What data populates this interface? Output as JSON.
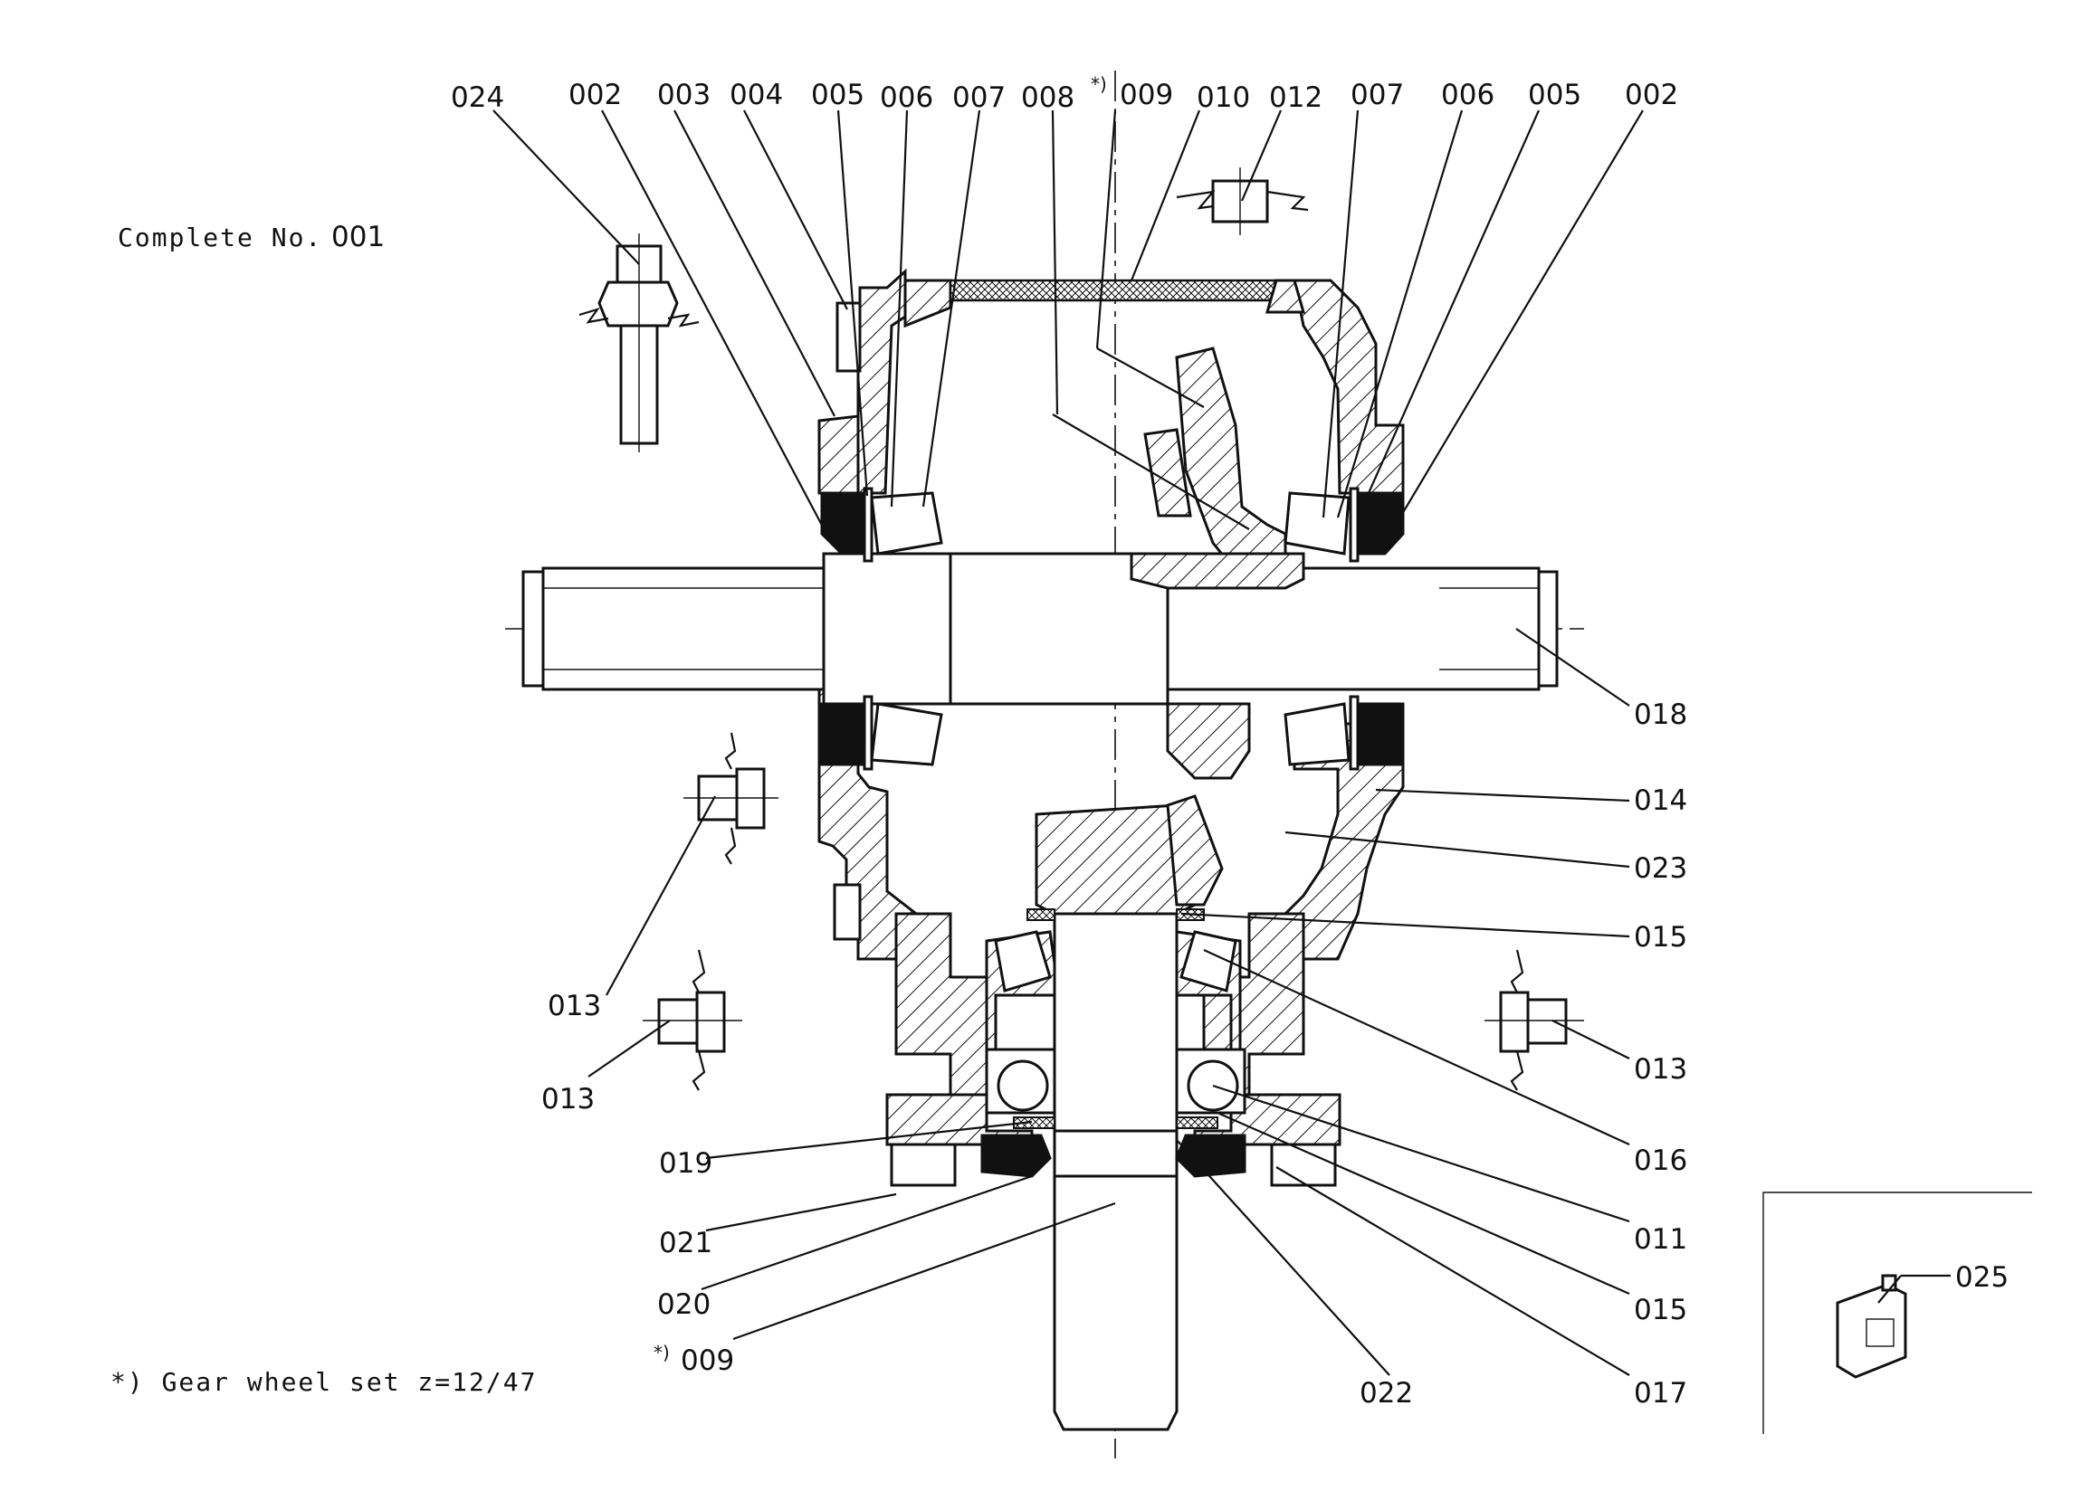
{
  "drawing": {
    "complete_label": "Complete No.",
    "complete_number": "001",
    "footnote": "*) Gear wheel set z=12/47"
  },
  "callouts": [
    {
      "id": "c024a",
      "text": "024"
    },
    {
      "id": "c002a",
      "text": "002"
    },
    {
      "id": "c003",
      "text": "003"
    },
    {
      "id": "c004",
      "text": "004"
    },
    {
      "id": "c005a",
      "text": "005"
    },
    {
      "id": "c006a",
      "text": "006"
    },
    {
      "id": "c007a",
      "text": "007"
    },
    {
      "id": "c008",
      "text": "008"
    },
    {
      "id": "c009a",
      "text": "009",
      "prefix": "*)"
    },
    {
      "id": "c010",
      "text": "010"
    },
    {
      "id": "c012",
      "text": "012"
    },
    {
      "id": "c007b",
      "text": "007"
    },
    {
      "id": "c006b",
      "text": "006"
    },
    {
      "id": "c005b",
      "text": "005"
    },
    {
      "id": "c002b",
      "text": "002"
    },
    {
      "id": "c018",
      "text": "018"
    },
    {
      "id": "c014",
      "text": "014"
    },
    {
      "id": "c023",
      "text": "023"
    },
    {
      "id": "c015a",
      "text": "015"
    },
    {
      "id": "c013a",
      "text": "013"
    },
    {
      "id": "c013b",
      "text": "013"
    },
    {
      "id": "c013c",
      "text": "013"
    },
    {
      "id": "c016",
      "text": "016"
    },
    {
      "id": "c019",
      "text": "019"
    },
    {
      "id": "c011",
      "text": "011"
    },
    {
      "id": "c021",
      "text": "021"
    },
    {
      "id": "c015b",
      "text": "015"
    },
    {
      "id": "c020",
      "text": "020"
    },
    {
      "id": "c009b",
      "text": "009",
      "prefix": "*)"
    },
    {
      "id": "c022",
      "text": "022"
    },
    {
      "id": "c017",
      "text": "017"
    },
    {
      "id": "c025",
      "text": "025"
    }
  ]
}
